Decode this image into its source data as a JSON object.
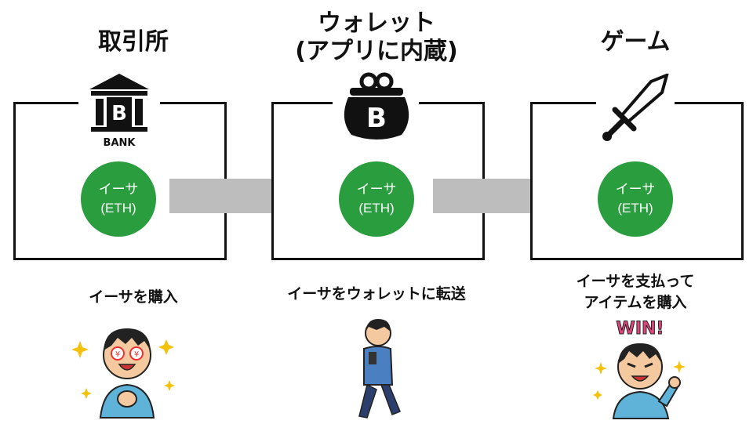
{
  "columns": [
    {
      "title": "取引所",
      "icon": "bank-icon",
      "icon_text": "BANK",
      "coin_line1": "イーサ",
      "coin_line2": "(ETH)",
      "caption": "イーサを購入",
      "figure": "excited-person-icon"
    },
    {
      "title_line1": "ウォレット",
      "title_line2": "(アプリに内蔵)",
      "icon": "coin-purse-icon",
      "coin_line1": "イーサ",
      "coin_line2": "(ETH)",
      "caption": "イーサをウォレットに転送",
      "figure": "walking-person-icon"
    },
    {
      "title": "ゲーム",
      "icon": "sword-icon",
      "coin_line1": "イーサ",
      "coin_line2": "(ETH)",
      "caption_line1": "イーサを支払って",
      "caption_line2": "アイテムを購入",
      "figure_text": "WIN!",
      "figure": "winning-person-icon"
    }
  ],
  "colors": {
    "coin": "#2a9d3e",
    "arrow": "#bdbdbd",
    "border": "#111111"
  }
}
